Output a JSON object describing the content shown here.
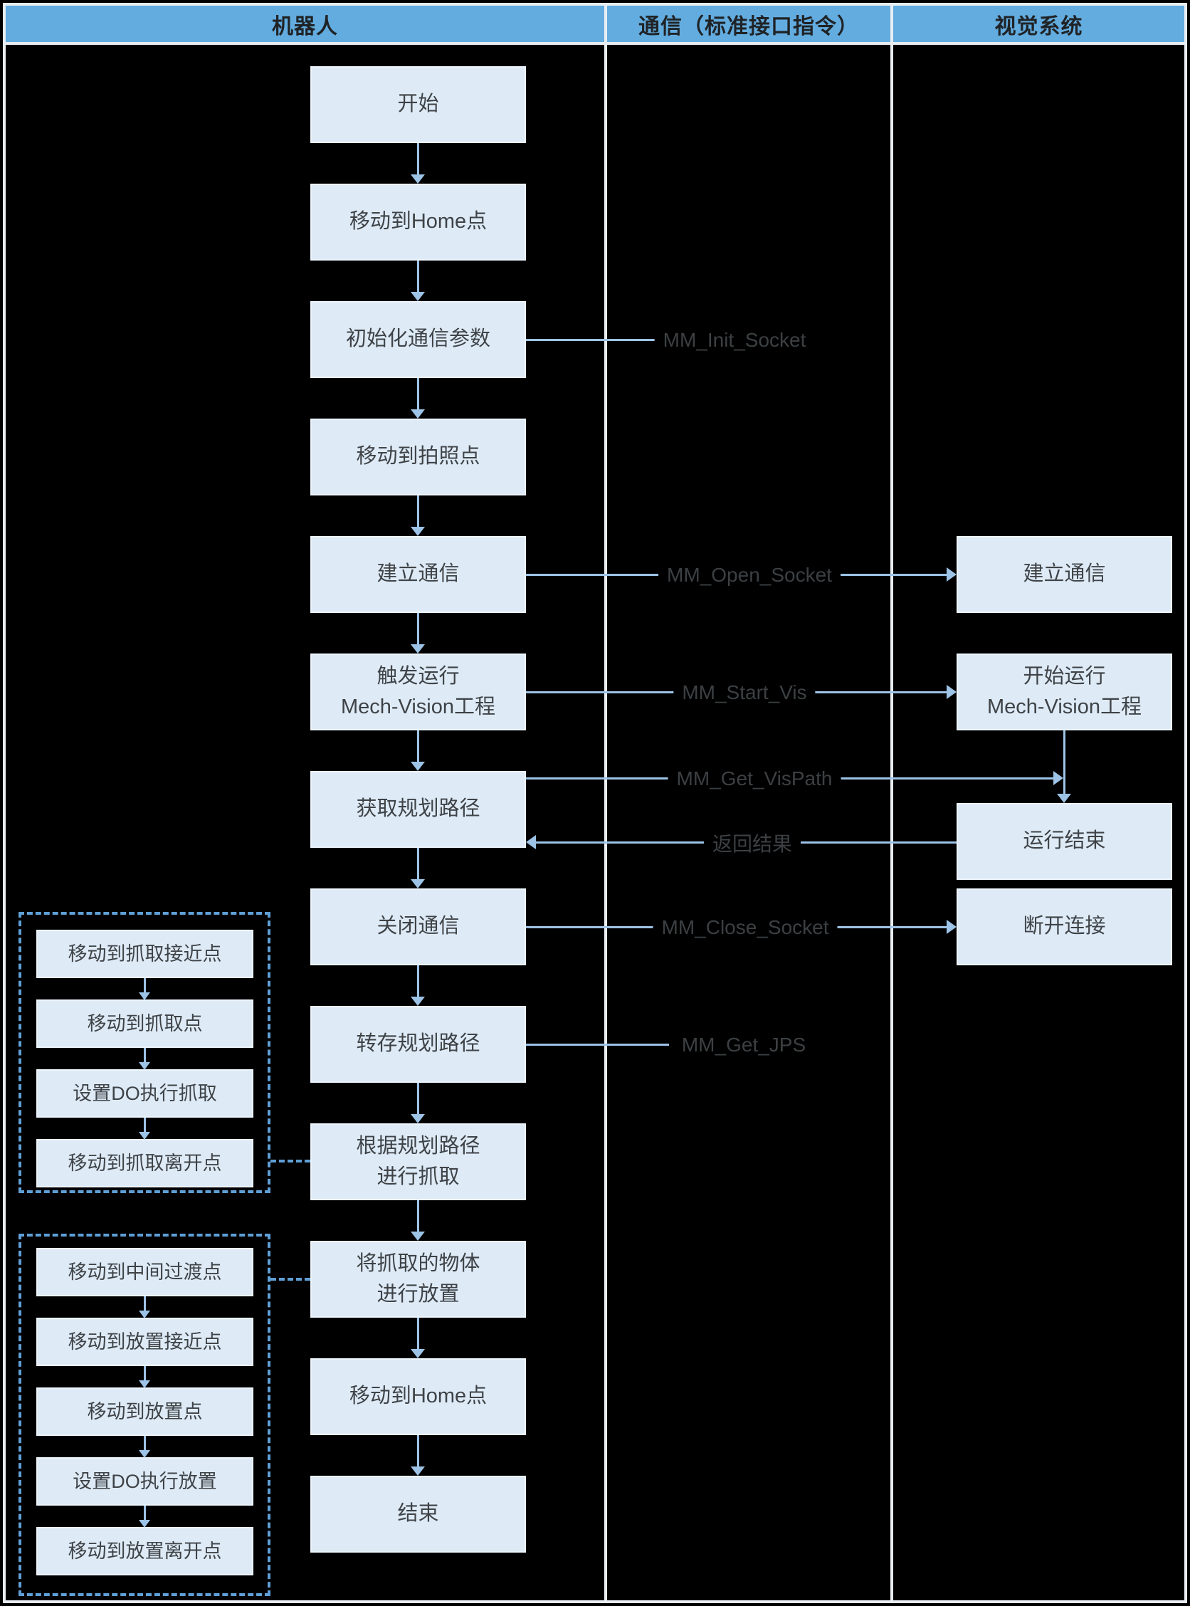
{
  "header": {
    "robot": "机器人",
    "comm": "通信（标准接口指令）",
    "vision": "视觉系统"
  },
  "robot_flow": {
    "nodes": [
      {
        "text": "开始"
      },
      {
        "text": "移动到Home点"
      },
      {
        "text": "初始化通信参数"
      },
      {
        "text": "移动到拍照点"
      },
      {
        "text": "建立通信"
      },
      {
        "text": "触发运行",
        "text2": "Mech-Vision工程"
      },
      {
        "text": "获取规划路径"
      },
      {
        "text": "关闭通信"
      },
      {
        "text": "转存规划路径"
      },
      {
        "text": "根据规划路径",
        "text2": "进行抓取"
      },
      {
        "text": "将抓取的物体",
        "text2": "进行放置"
      },
      {
        "text": "移动到Home点"
      },
      {
        "text": "结束"
      }
    ]
  },
  "vision_flow": {
    "nodes": [
      {
        "text": "建立通信"
      },
      {
        "text": "开始运行",
        "text2": "Mech-Vision工程"
      },
      {
        "text": "运行结束"
      },
      {
        "text": "断开连接"
      }
    ]
  },
  "comm_labels": {
    "init_socket": "MM_Init_Socket",
    "open_socket": "MM_Open_Socket",
    "start_vis": "MM_Start_Vis",
    "get_vispath": "MM_Get_VisPath",
    "return_result": "返回结果",
    "close_socket": "MM_Close_Socket",
    "get_jps": "MM_Get_JPS"
  },
  "grasp_group": {
    "nodes": [
      {
        "text": "移动到抓取接近点"
      },
      {
        "text": "移动到抓取点"
      },
      {
        "text": "设置DO执行抓取"
      },
      {
        "text": "移动到抓取离开点"
      }
    ]
  },
  "place_group": {
    "nodes": [
      {
        "text": "移动到中间过渡点"
      },
      {
        "text": "移动到放置接近点"
      },
      {
        "text": "移动到放置点"
      },
      {
        "text": "设置DO执行放置"
      },
      {
        "text": "移动到放置离开点"
      }
    ]
  },
  "colors": {
    "header_blue": "#63ACDF",
    "connector_blue": "#9DC3E6",
    "dashed_blue": "#5F9FD6",
    "node_fill": "#DEEBF7",
    "label_gray": "#3C4043"
  }
}
